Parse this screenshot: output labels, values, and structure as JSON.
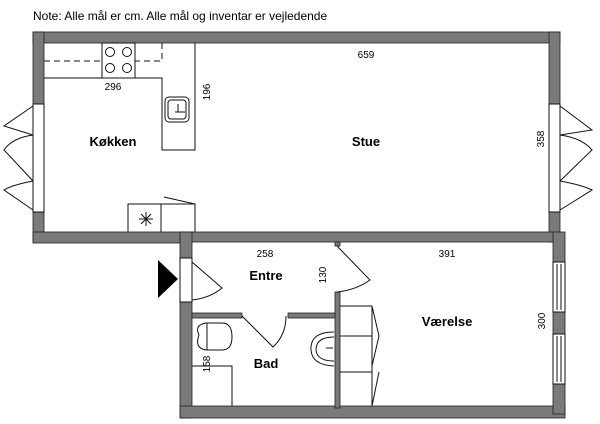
{
  "note": "Note: Alle mål er cm. Alle mål og inventar er vejledende",
  "rooms": {
    "kitchen": "Køkken",
    "living": "Stue",
    "entry": "Entre",
    "bath": "Bad",
    "bedroom": "Værelse"
  },
  "dimensions": {
    "living_width": "659",
    "kitchen_width": "296",
    "kitchen_depth": "196",
    "living_depth": "358",
    "entry_width": "258",
    "entry_depth": "130",
    "bedroom_width": "391",
    "bedroom_depth": "300",
    "bath_depth": "158"
  },
  "colors": {
    "wall": "#7a7a7a"
  }
}
